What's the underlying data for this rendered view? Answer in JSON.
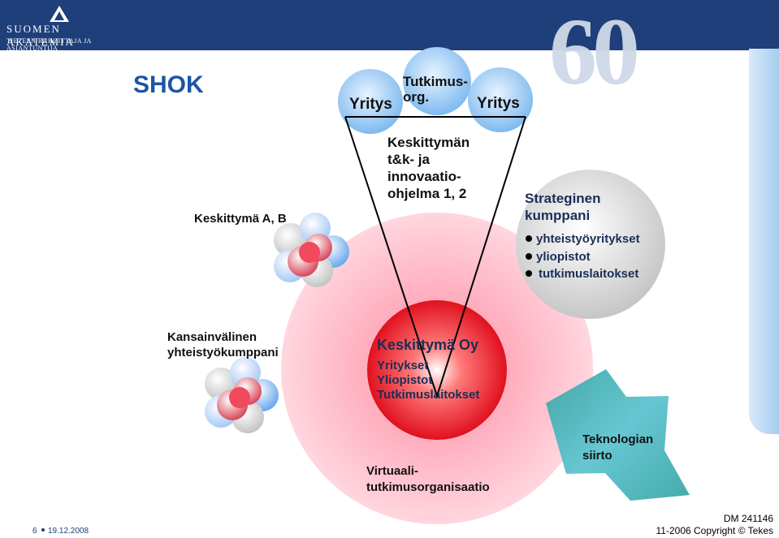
{
  "header": {
    "org_name": "Suomen Akatemia",
    "org_tagline": "Tieteen rahoittaja ja asiantuntija",
    "anniversary_badge": "60"
  },
  "title": "SHOK",
  "top_circles": {
    "left": "Yritys",
    "middle": "Tutkimus-\norg.",
    "right": "Yritys"
  },
  "funnel": {
    "text": "Keskittymän\nt&k- ja\ninnovaatio-\nohjelma 1, 2"
  },
  "cluster_ab": {
    "label": "Keskittymä A, B"
  },
  "strategic_partner": {
    "title": "Strateginen\nkumppani",
    "items": [
      "yhteistyöyritykset",
      "yliopistot",
      "tutkimuslaitokset"
    ]
  },
  "international": {
    "label": "Kansainvälinen\nyhteistyökumppani"
  },
  "core": {
    "title": "Keskittymä Oy",
    "items": [
      "Yritykset",
      "Yliopistot",
      "Tutkimuslaitokset"
    ]
  },
  "virtual_org": {
    "label": "Virtuaali-\ntutkimusorganisaatio"
  },
  "tech_transfer": {
    "label": "Teknologian\nsiirto"
  },
  "footer": {
    "page_number": "6",
    "date": "19.12.2008",
    "doc_id": "DM 241146",
    "copyright": "11-2006 Copyright © Tekes"
  },
  "colors": {
    "header_bg": "#1f3f7a",
    "shok_title": "#1c55a4",
    "pink_ring": "#ffb4c4",
    "core_red": "#e0101e",
    "blue_circle": "#8fc4f3",
    "grey_circle": "#cfcfcf",
    "arrow_teal": "#3aa7a5"
  }
}
